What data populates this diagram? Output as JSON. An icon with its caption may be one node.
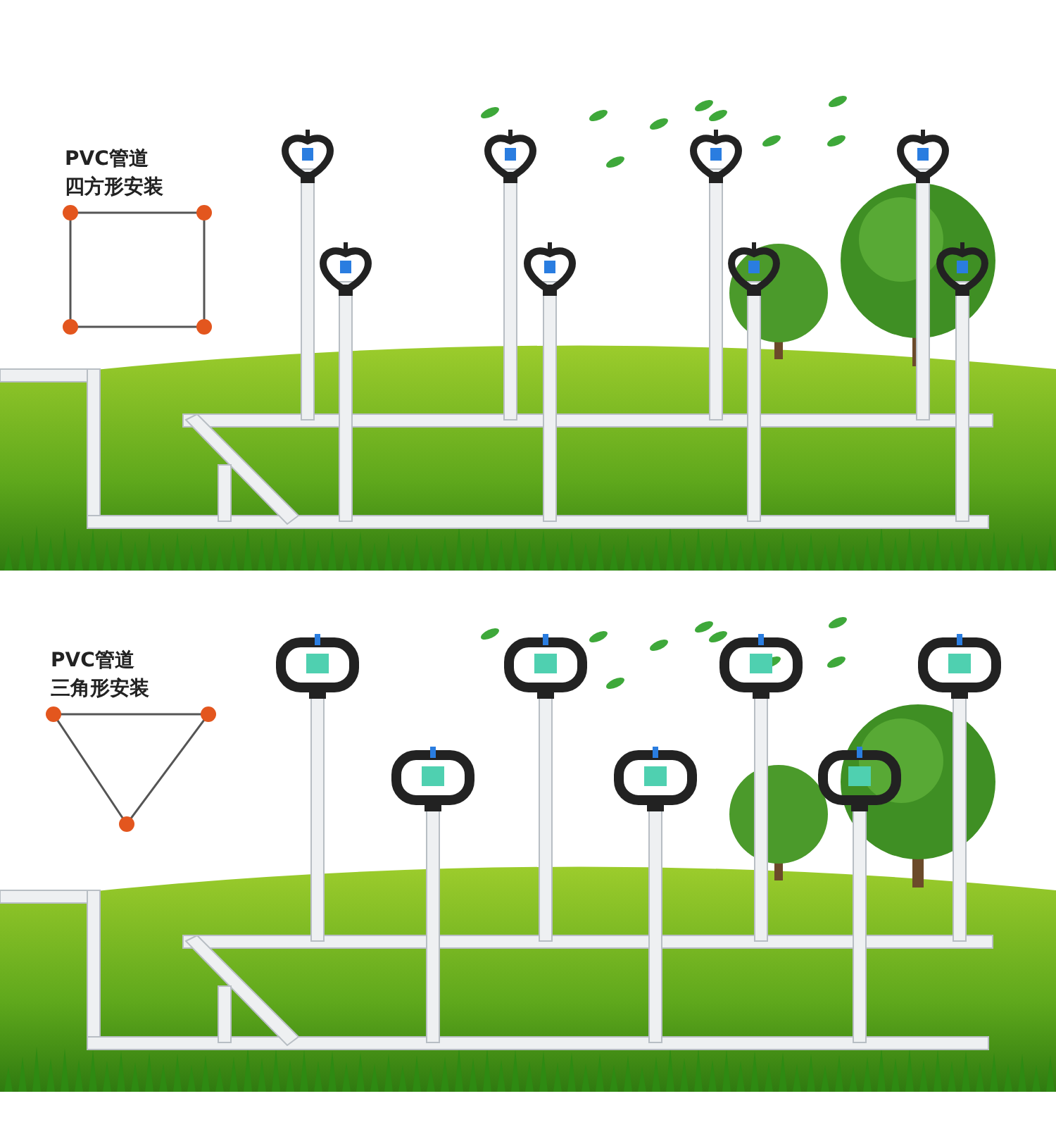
{
  "diagram": {
    "labels": [
      "PVC管道",
      "四方形安装",
      "PVC管道",
      "三角形安装"
    ]
  }
}
